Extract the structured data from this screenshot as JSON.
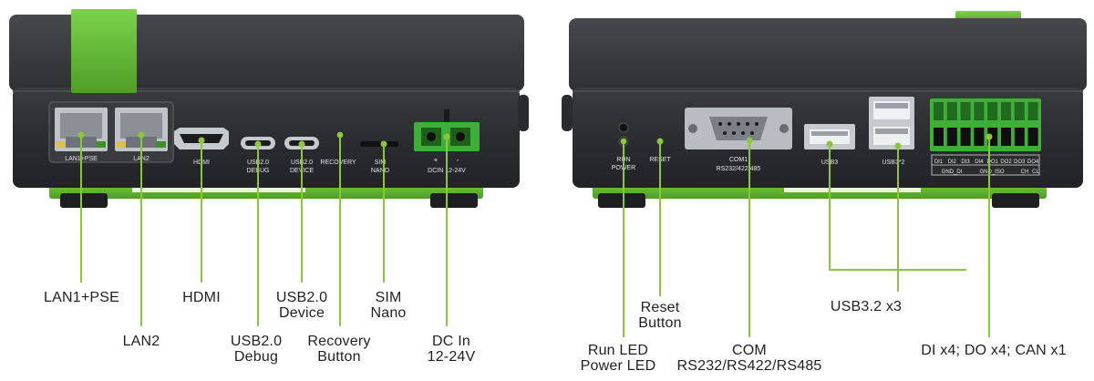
{
  "colors": {
    "body": "#2b2c2e",
    "body_light": "#3c3d40",
    "accent": "#6bbf3a",
    "leader": "#8cc63f",
    "label_text": "#222222",
    "port_text": "#e6e6e6"
  },
  "front_panel": {
    "port_labels": {
      "lan1": "LAN1+PSE",
      "lan2": "LAN2",
      "hdmi": "HDMI",
      "usb_debug": [
        "USB2.0",
        "DEBUG"
      ],
      "usb_device": [
        "USB2.0",
        "DEVICE"
      ],
      "recovery": "RECOVERY",
      "sim": [
        "SIM",
        "NANO"
      ],
      "dcin_polarity": [
        "+",
        "-"
      ],
      "dcin": "DCIN 12-24V"
    },
    "callouts": {
      "lan1": [
        "LAN1+PSE"
      ],
      "lan2": [
        "LAN2"
      ],
      "hdmi": [
        "HDMI"
      ],
      "usb_device": [
        "USB2.0",
        "Device"
      ],
      "usb_debug": [
        "USB2.0",
        "Debug"
      ],
      "recovery": [
        "Recovery",
        "Button"
      ],
      "sim": [
        "SIM",
        "Nano"
      ],
      "dcin": [
        "DC In",
        "12-24V"
      ]
    }
  },
  "back_panel": {
    "port_labels": {
      "run_power": [
        "RUN",
        "POWER"
      ],
      "reset": "RESET",
      "com": [
        "COM1",
        "RS232/422/485"
      ],
      "usb3": "USB3",
      "usb3x2": "USB3*2",
      "terminal_top": [
        "DI1",
        "DI2",
        "DI3",
        "DI4",
        "DO1",
        "DO2",
        "DO3",
        "DO4"
      ],
      "terminal_bottom": [
        "GND_DI",
        "GND_ISO",
        "CH",
        "CL"
      ]
    },
    "callouts": {
      "reset": [
        "Reset",
        "Button"
      ],
      "run_led": [
        "Run LED",
        "Power LED"
      ],
      "com": [
        "COM",
        "RS232/RS422/RS485"
      ],
      "usb32": [
        "USB3.2 x3"
      ],
      "dio": [
        "DI x4; DO x4; CAN x1"
      ]
    }
  }
}
